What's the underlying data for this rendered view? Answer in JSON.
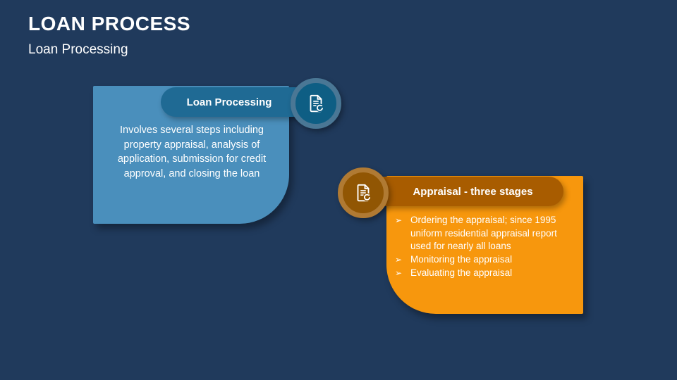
{
  "slide": {
    "title": "LOAN PROCESS",
    "subtitle": "Loan Processing"
  },
  "cards": [
    {
      "label": "Loan Processing",
      "icon": "document-refresh-icon",
      "body": "Involves several steps including property appraisal, analysis of application, submission for credit approval, and closing the loan",
      "color": "#4A8FBC",
      "label_bg": "#1F6A94",
      "badge_bg": "#0E5E84"
    },
    {
      "label": "Appraisal - three stages",
      "icon": "document-refresh-icon",
      "bullet_marker": "➢",
      "bullets": [
        "Ordering the appraisal; since 1995 uniform residential appraisal report used for nearly all loans",
        "Monitoring the appraisal",
        "Evaluating the appraisal"
      ],
      "color": "#F7970D",
      "label_bg": "#A85C00",
      "badge_bg": "#915603"
    }
  ],
  "colors": {
    "background": "#203A5C",
    "text": "#FFFFFF"
  }
}
